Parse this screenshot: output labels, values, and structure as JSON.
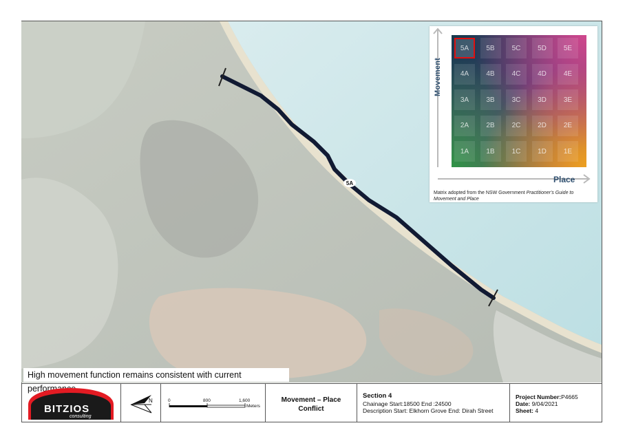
{
  "map": {
    "route_label": "5A"
  },
  "matrix": {
    "y_axis_label": "Movement",
    "x_axis_label": "Place",
    "rows": [
      [
        "5A",
        "5B",
        "5C",
        "5D",
        "5E"
      ],
      [
        "4A",
        "4B",
        "4C",
        "4D",
        "4E"
      ],
      [
        "3A",
        "3B",
        "3C",
        "3D",
        "3E"
      ],
      [
        "2A",
        "2B",
        "2C",
        "2D",
        "2E"
      ],
      [
        "1A",
        "1B",
        "1C",
        "1D",
        "1E"
      ]
    ],
    "selected_cell": "5A",
    "caption_prefix": "Matrix adopted from the NSW Government ",
    "caption_italic": "Practitioner's Guide to Movement and Place"
  },
  "caption": "High movement function remains consistent with current performance.",
  "titleblock": {
    "logo_text": "BITZIOS",
    "logo_sub": "consulting",
    "north_label": "N",
    "scale": {
      "ticks": [
        "0",
        "800",
        "1,600"
      ],
      "unit": "Meters"
    },
    "map_title_line1": "Movement – Place",
    "map_title_line2": "Conflict",
    "section_title": "Section 4",
    "chainage": "Chainage Start:18500 End :24500",
    "description": "Description Start: Elkhorn Grove End: Dirah Street",
    "project_label": "Project Number:",
    "project_number": "P4665",
    "date_label": "Date: ",
    "date_value": "9/04/2021",
    "sheet_label": "Sheet: ",
    "sheet_value": "4"
  },
  "colors": {
    "route": "#111a33",
    "selected_cell_border": "#e01010",
    "logo_red": "#e31b23",
    "axis_label": "#2e4e6e"
  }
}
